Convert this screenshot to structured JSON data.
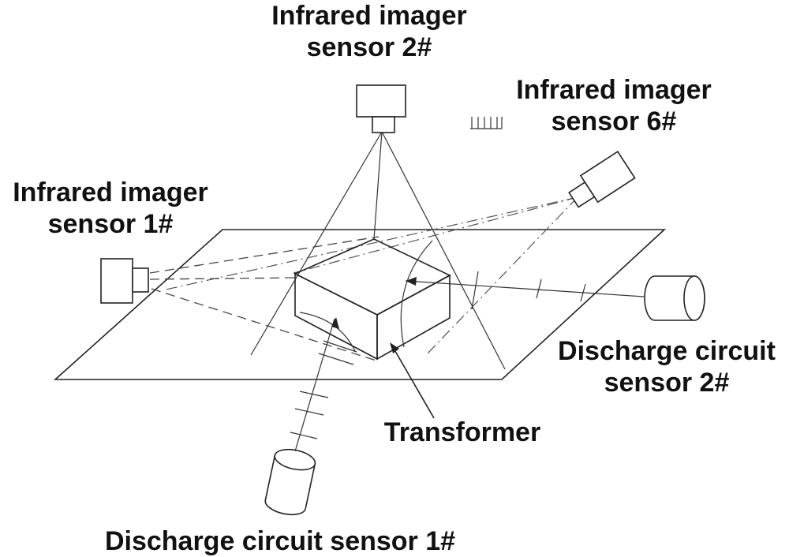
{
  "labels": {
    "ir1": [
      "Infrared imager",
      "sensor 1#"
    ],
    "ir2": [
      "Infrared imager",
      "sensor 2#"
    ],
    "ir6": [
      "Infrared imager",
      "sensor 6#"
    ],
    "dc2": [
      "Discharge circuit",
      "sensor 2#"
    ],
    "dc1": "Discharge circuit sensor 1#",
    "transformer": "Transformer"
  },
  "colors": {
    "transformer_front": "#7a7a30",
    "transformer_side": "#e6e33c",
    "transformer_top": "#ffffff"
  }
}
